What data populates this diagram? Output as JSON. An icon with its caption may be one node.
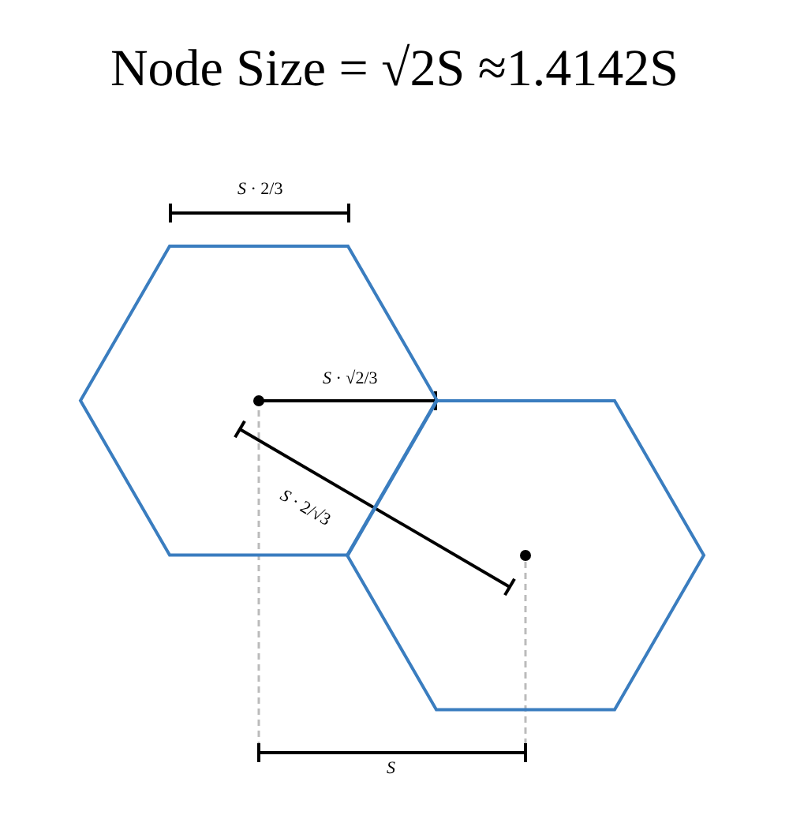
{
  "diagram": {
    "title": "Node Size = √2S ≈1.4142S",
    "nodes": [
      {
        "text": [],
        "shape": "hexagon"
      },
      {
        "text": [],
        "shape": "hexagon"
      }
    ],
    "labels": [
      "*S* · 2/3",
      "*S* · √2/3",
      "*S* · 2/√3",
      "*S*"
    ]
  }
}
